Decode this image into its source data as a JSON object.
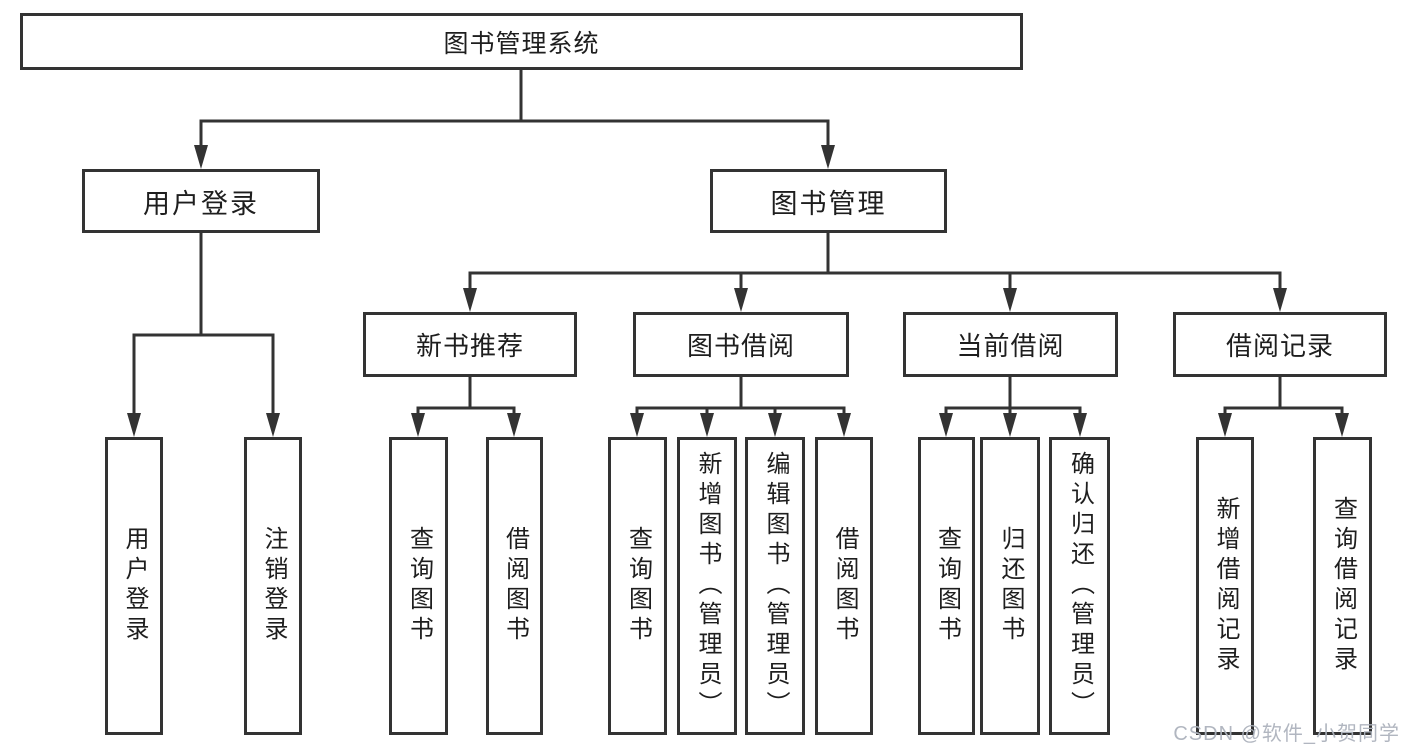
{
  "diagram": {
    "root": {
      "label": "图书管理系统"
    },
    "branches": [
      {
        "label": "用户登录",
        "children": [
          {
            "label": "用户登录"
          },
          {
            "label": "注销登录"
          }
        ]
      },
      {
        "label": "图书管理",
        "groups": [
          {
            "label": "新书推荐",
            "children": [
              {
                "label": "查询图书"
              },
              {
                "label": "借阅图书"
              }
            ]
          },
          {
            "label": "图书借阅",
            "children": [
              {
                "label": "查询图书"
              },
              {
                "label": "新增图书（管理员）"
              },
              {
                "label": "编辑图书（管理员）"
              },
              {
                "label": "借阅图书"
              }
            ]
          },
          {
            "label": "当前借阅",
            "children": [
              {
                "label": "查询图书"
              },
              {
                "label": "归还图书"
              },
              {
                "label": "确认归还（管理员）"
              }
            ]
          },
          {
            "label": "借阅记录",
            "children": [
              {
                "label": "新增借阅记录"
              },
              {
                "label": "查询借阅记录"
              }
            ]
          }
        ]
      }
    ]
  },
  "watermark": {
    "text": "CSDN @软件_小贺同学"
  },
  "colors": {
    "line": "#333333",
    "text": "#1e1e1e",
    "watermark": "#adb3bd",
    "background": "#ffffff"
  }
}
